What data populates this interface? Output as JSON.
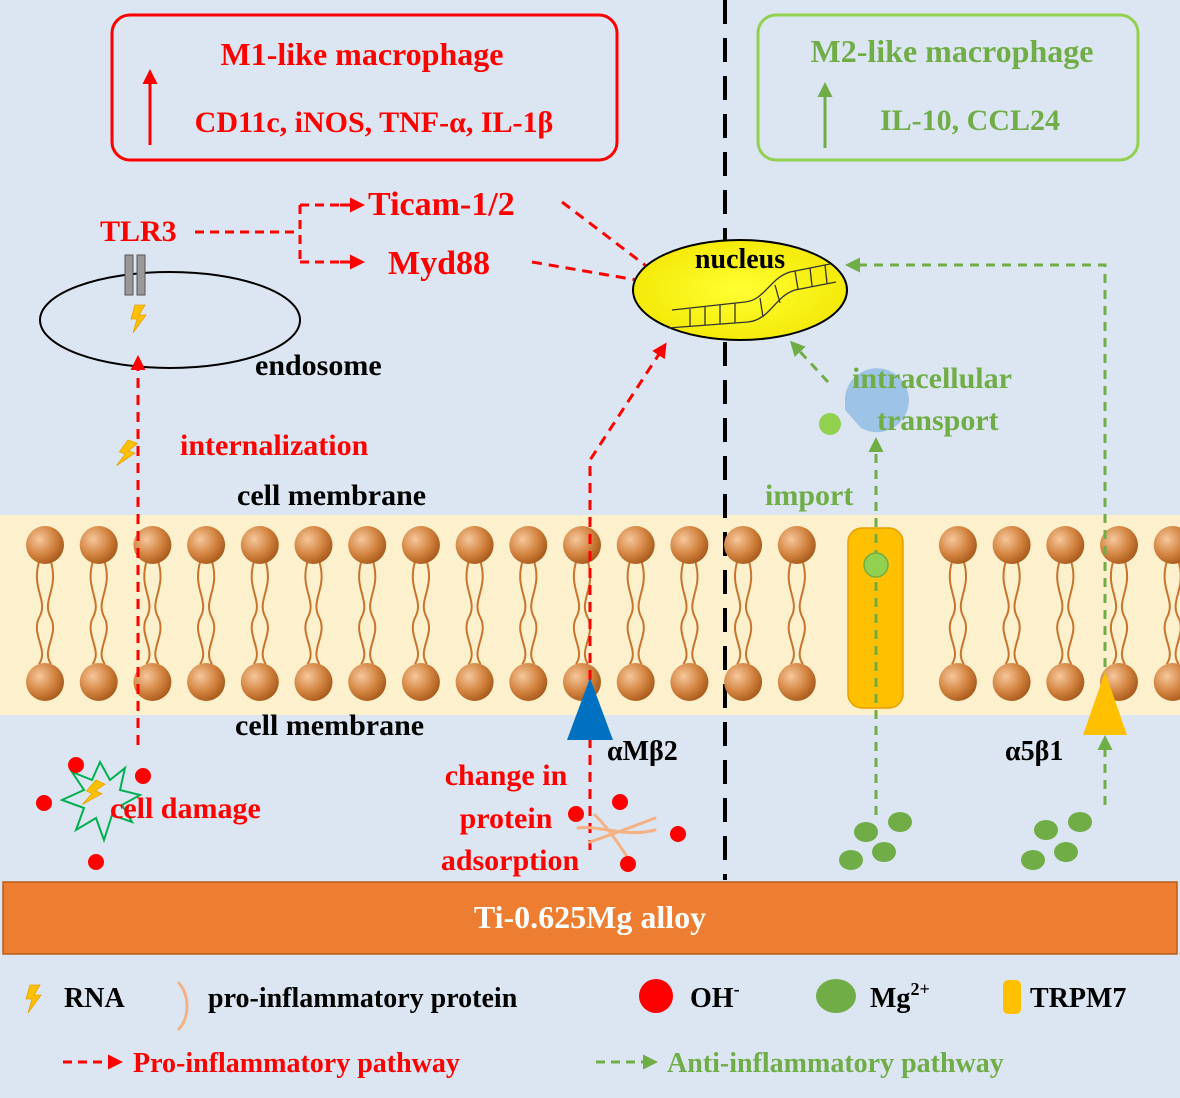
{
  "m1_box": {
    "title": "M1-like macrophage",
    "markers": "CD11c, iNOS, TNF-α, IL-1β"
  },
  "m2_box": {
    "title": "M2-like macrophage",
    "markers": "IL-10, CCL24"
  },
  "labels": {
    "tlr3": "TLR3",
    "ticam": "Ticam-1/2",
    "myd88": "Myd88",
    "nucleus": "nucleus",
    "endosome": "endosome",
    "internalization": "internalization",
    "cell_membrane_top": "cell membrane",
    "cell_membrane_bottom": "cell membrane",
    "intracellular": "intracellular",
    "transport": "transport",
    "import": "import",
    "integrin_am": "αMβ2",
    "integrin_a5": "α5β1",
    "cell_damage": "cell damage",
    "change_in": "change in",
    "protein": "protein",
    "adsorption": "adsorption",
    "alloy": "Ti-0.625Mg alloy"
  },
  "legend": {
    "rna": "RNA",
    "protein": "pro-inflammatory protein",
    "oh": "OH",
    "oh_sup": "-",
    "mg": "Mg",
    "mg_sup": "2+",
    "trpm7": "TRPM7",
    "pro_pathway": "Pro-inflammatory pathway",
    "anti_pathway": "Anti-inflammatory pathway"
  },
  "colors": {
    "background": "#dce6f2",
    "pro": "#ff0000",
    "anti": "#70ad47",
    "alloy": "#ed7d31",
    "membrane": "#fdf0cc",
    "lipid_head": "#c8742f",
    "nucleus": "#ffff00",
    "trpm7": "#ffc000",
    "integrin_am": "#0070c0",
    "integrin_a5": "#ffc000"
  }
}
